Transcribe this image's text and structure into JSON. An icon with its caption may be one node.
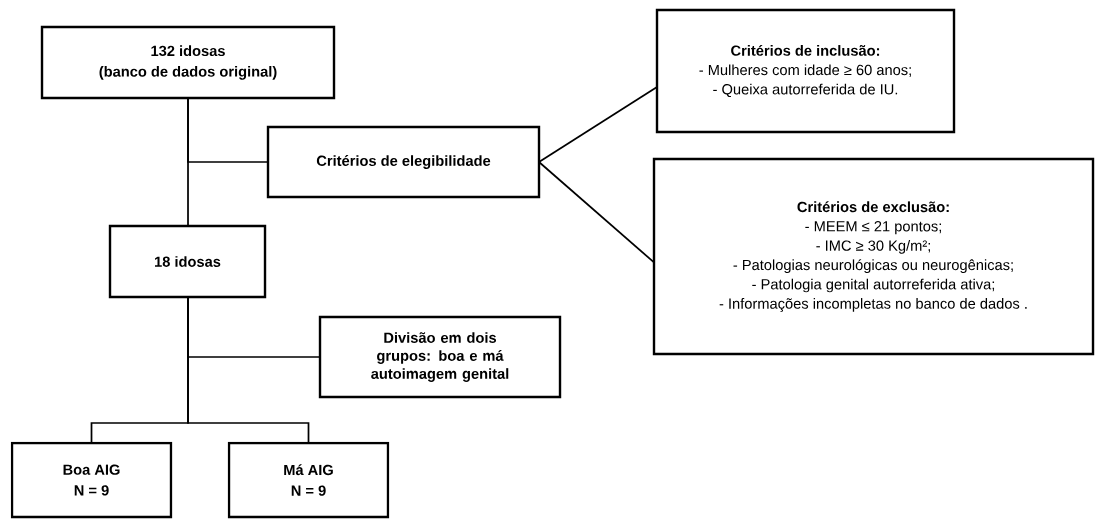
{
  "diagram": {
    "nodes": [
      {
        "text": [
          "132 idosas",
          "(banco de dados original)"
        ]
      },
      {
        "text": [
          "Critérios de elegibilidade"
        ]
      },
      {
        "text": [
          "Critérios de inclusão:",
          "- Mulheres com idade ≥ 60 anos;",
          "- Queixa autorreferida de IU."
        ]
      },
      {
        "text": [
          "Critérios de exclusão:",
          "- MEEM ≤ 21 pontos;",
          "- IMC ≥ 30 Kg/m²;",
          "- Patologias neurológicas ou neurogênicas;",
          "- Patologia genital autorreferida ativa;",
          "- Informações incompletas no banco de dados ."
        ]
      },
      {
        "text": [
          "18 idosas"
        ]
      },
      {
        "text": [
          "Divisão em dois grupos: boa e má autoimagem genital"
        ]
      },
      {
        "text": [
          "Boa AIG",
          "N = 9"
        ]
      },
      {
        "text": [
          "Má AIG",
          "N = 9"
        ]
      }
    ],
    "edges": [
      {
        "from": 0,
        "to": 4,
        "arrow": "none"
      },
      {
        "from": 0,
        "to": 1,
        "arrow": "none"
      },
      {
        "from": 1,
        "to": 2,
        "arrow": "none"
      },
      {
        "from": 1,
        "to": 3,
        "arrow": "none"
      },
      {
        "from": 4,
        "to": 5,
        "arrow": "none"
      },
      {
        "from": 4,
        "to": 6,
        "arrow": "none"
      },
      {
        "from": 4,
        "to": 7,
        "arrow": "none"
      }
    ]
  }
}
